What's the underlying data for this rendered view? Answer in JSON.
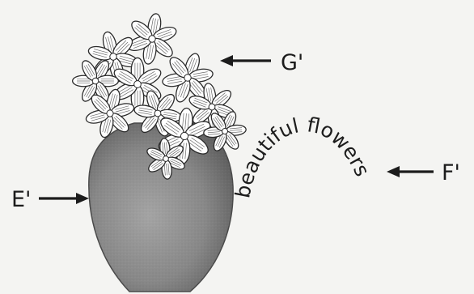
{
  "labels": {
    "vase": "E'",
    "text": "F'",
    "flowers": "G'"
  },
  "curved_text": "beautiful flowers",
  "colors": {
    "vase_light": "#a4a4a4",
    "vase_mid": "#888888",
    "vase_dark": "#5e5e5e",
    "petal_fill": "#ffffff",
    "petal_stroke": "#2a2a2a",
    "ink": "#1c1c1c",
    "background": "#f4f4f2"
  }
}
